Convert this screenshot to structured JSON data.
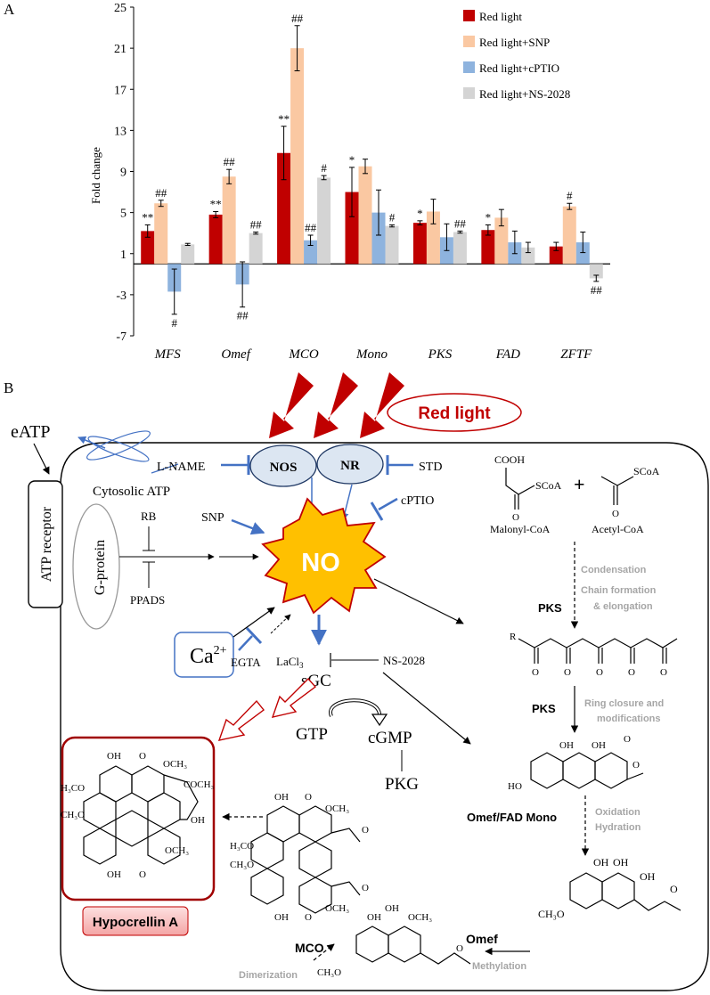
{
  "panel_a": {
    "label": "A",
    "chart_data": {
      "type": "bar",
      "ylabel": "Fold change",
      "xlabel": "",
      "ylim": [
        -7,
        25
      ],
      "yticks": [
        -7,
        -3,
        1,
        5,
        9,
        13,
        17,
        21,
        25
      ],
      "categories": [
        "MFS",
        "Omef",
        "MCO",
        "Mono",
        "PKS",
        "FAD",
        "ZFTF"
      ],
      "legend_position": "top-right",
      "grid": false,
      "series": [
        {
          "name": "Red light",
          "color": "#c00000",
          "values": [
            3.2,
            4.8,
            10.8,
            7.0,
            4.0,
            3.3,
            1.7
          ],
          "errors": [
            0.6,
            0.3,
            2.6,
            2.4,
            0.2,
            0.5,
            0.4
          ],
          "annotations": [
            "**",
            "**",
            "**",
            "*",
            "*",
            "*",
            ""
          ]
        },
        {
          "name": "Red light+SNP",
          "color": "#fac8a2",
          "values": [
            5.9,
            8.5,
            21.0,
            9.5,
            5.1,
            4.5,
            5.6
          ],
          "errors": [
            0.3,
            0.7,
            2.2,
            0.7,
            1.2,
            0.8,
            0.3
          ],
          "annotations": [
            "##",
            "##",
            "##",
            "",
            "",
            "",
            "#"
          ]
        },
        {
          "name": "Red light+cPTIO",
          "color": "#8eb3de",
          "values": [
            -2.7,
            -2.0,
            2.3,
            5.0,
            2.6,
            2.1,
            2.1
          ],
          "errors": [
            2.2,
            2.2,
            0.5,
            2.2,
            1.3,
            1.1,
            1.0
          ],
          "annotations": [
            "#",
            "##",
            "##",
            "",
            "",
            "",
            ""
          ]
        },
        {
          "name": "Red light+NS-2028",
          "color": "#d4d4d4",
          "values": [
            1.9,
            3.0,
            8.4,
            3.7,
            3.1,
            1.6,
            -1.4
          ],
          "errors": [
            0.1,
            0.1,
            0.2,
            0.1,
            0.1,
            0.5,
            0.3
          ],
          "annotations": [
            "",
            "##",
            "#",
            "#",
            "##",
            "",
            "##"
          ]
        }
      ]
    }
  },
  "panel_b": {
    "label": "B",
    "red_light": "Red light",
    "eatp": "eATP",
    "atp_receptor": "ATP receptor",
    "l_name": "L-NAME",
    "cytosolic_atp": "Cytosolic ATP",
    "nos": "NOS",
    "nr": "NR",
    "std": "STD",
    "cptio": "cPTIO",
    "snp": "SNP",
    "rb": "RB",
    "ppads": "PPADS",
    "g_protein": "G-protein",
    "no": "NO",
    "ca_base": "Ca",
    "ca_sup": "2+",
    "egta": "EGTA",
    "lacl_base": "LaCl",
    "lacl_sub": "3",
    "ns2028": "NS-2028",
    "sgc": "sGC",
    "gtp": "GTP",
    "cgmp": "cGMP",
    "pkg": "PKG",
    "hypocrellin": "Hypocrellin A",
    "malonyl": "Malonyl-CoA",
    "acetyl": "Acetyl-CoA",
    "plus": "+",
    "cooh": "COOH",
    "scoa": "SCoA",
    "condensation": "Condensation",
    "chain1": "Chain formation",
    "chain2": "& elongation",
    "pks": "PKS",
    "ring1": "Ring closure and",
    "ring2": "modifications",
    "omef_fad_mono": "Omef/FAD Mono",
    "oxidation": "Oxidation",
    "hydration": "Hydration",
    "omef": "Omef",
    "methylation": "Methylation",
    "mco": "MCO",
    "dimerization": "Dimerization",
    "oh": "OH",
    "och3": "OCH₃",
    "h3co": "H₃CO",
    "ch3o": "CH₃O",
    "coch3": "COCH₃",
    "o": "O",
    "r": "R",
    "ho": "HO"
  }
}
